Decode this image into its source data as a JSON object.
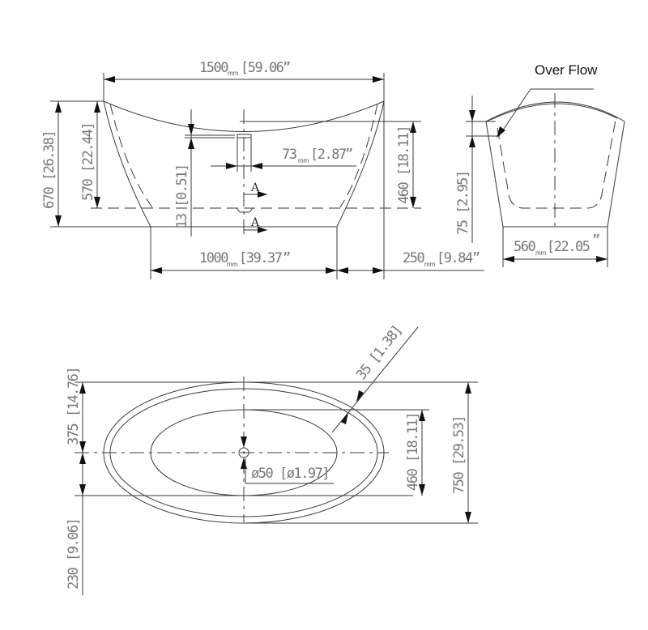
{
  "drawing": {
    "subject": "Freestanding bathtub dimension drawing",
    "units": "mm [inch]",
    "front_view": {
      "overall_length": {
        "mm": "1500",
        "unit": "mm",
        "inch": "[59.06"
      },
      "base_length": {
        "mm": "1000",
        "unit": "mm",
        "inch": "[39.37"
      },
      "base_offset": {
        "mm": "250",
        "unit": "mm",
        "inch": "[9.84"
      },
      "overall_height": {
        "mm": "670",
        "inch": "[26.38]"
      },
      "rim_to_base_inner": {
        "mm": "570",
        "inch": "[22.44]"
      },
      "interior_depth": {
        "mm": "460",
        "inch": "[18.11]"
      },
      "floor_thickness": {
        "mm": "13",
        "inch": "[0.51]"
      },
      "overflow_offset": {
        "mm": "73",
        "unit": "mm",
        "inch": "[2.87"
      },
      "section_marks": [
        "A",
        "A"
      ],
      "inch_mark": "”"
    },
    "side_view": {
      "callout": "Over Flow",
      "overflow_drop": {
        "mm": "75",
        "inch": "[2.95]"
      },
      "base_width": {
        "mm": "560",
        "unit": "mm",
        "inch": "[22.05"
      },
      "inch_mark": "”"
    },
    "plan_view": {
      "overall_width": {
        "mm": "750",
        "inch": "[29.53]"
      },
      "inner_width": {
        "mm": "460",
        "inch": "[18.11]"
      },
      "center_to_top": {
        "mm": "375",
        "inch": "[14.76]"
      },
      "drain_offset": {
        "mm": "230",
        "inch": "[9.06]"
      },
      "rim_thickness": {
        "mm": "35",
        "inch": "[1.38]"
      },
      "drain_diameter": {
        "mm": "ø50",
        "inch": "[ø1.97]"
      }
    }
  }
}
